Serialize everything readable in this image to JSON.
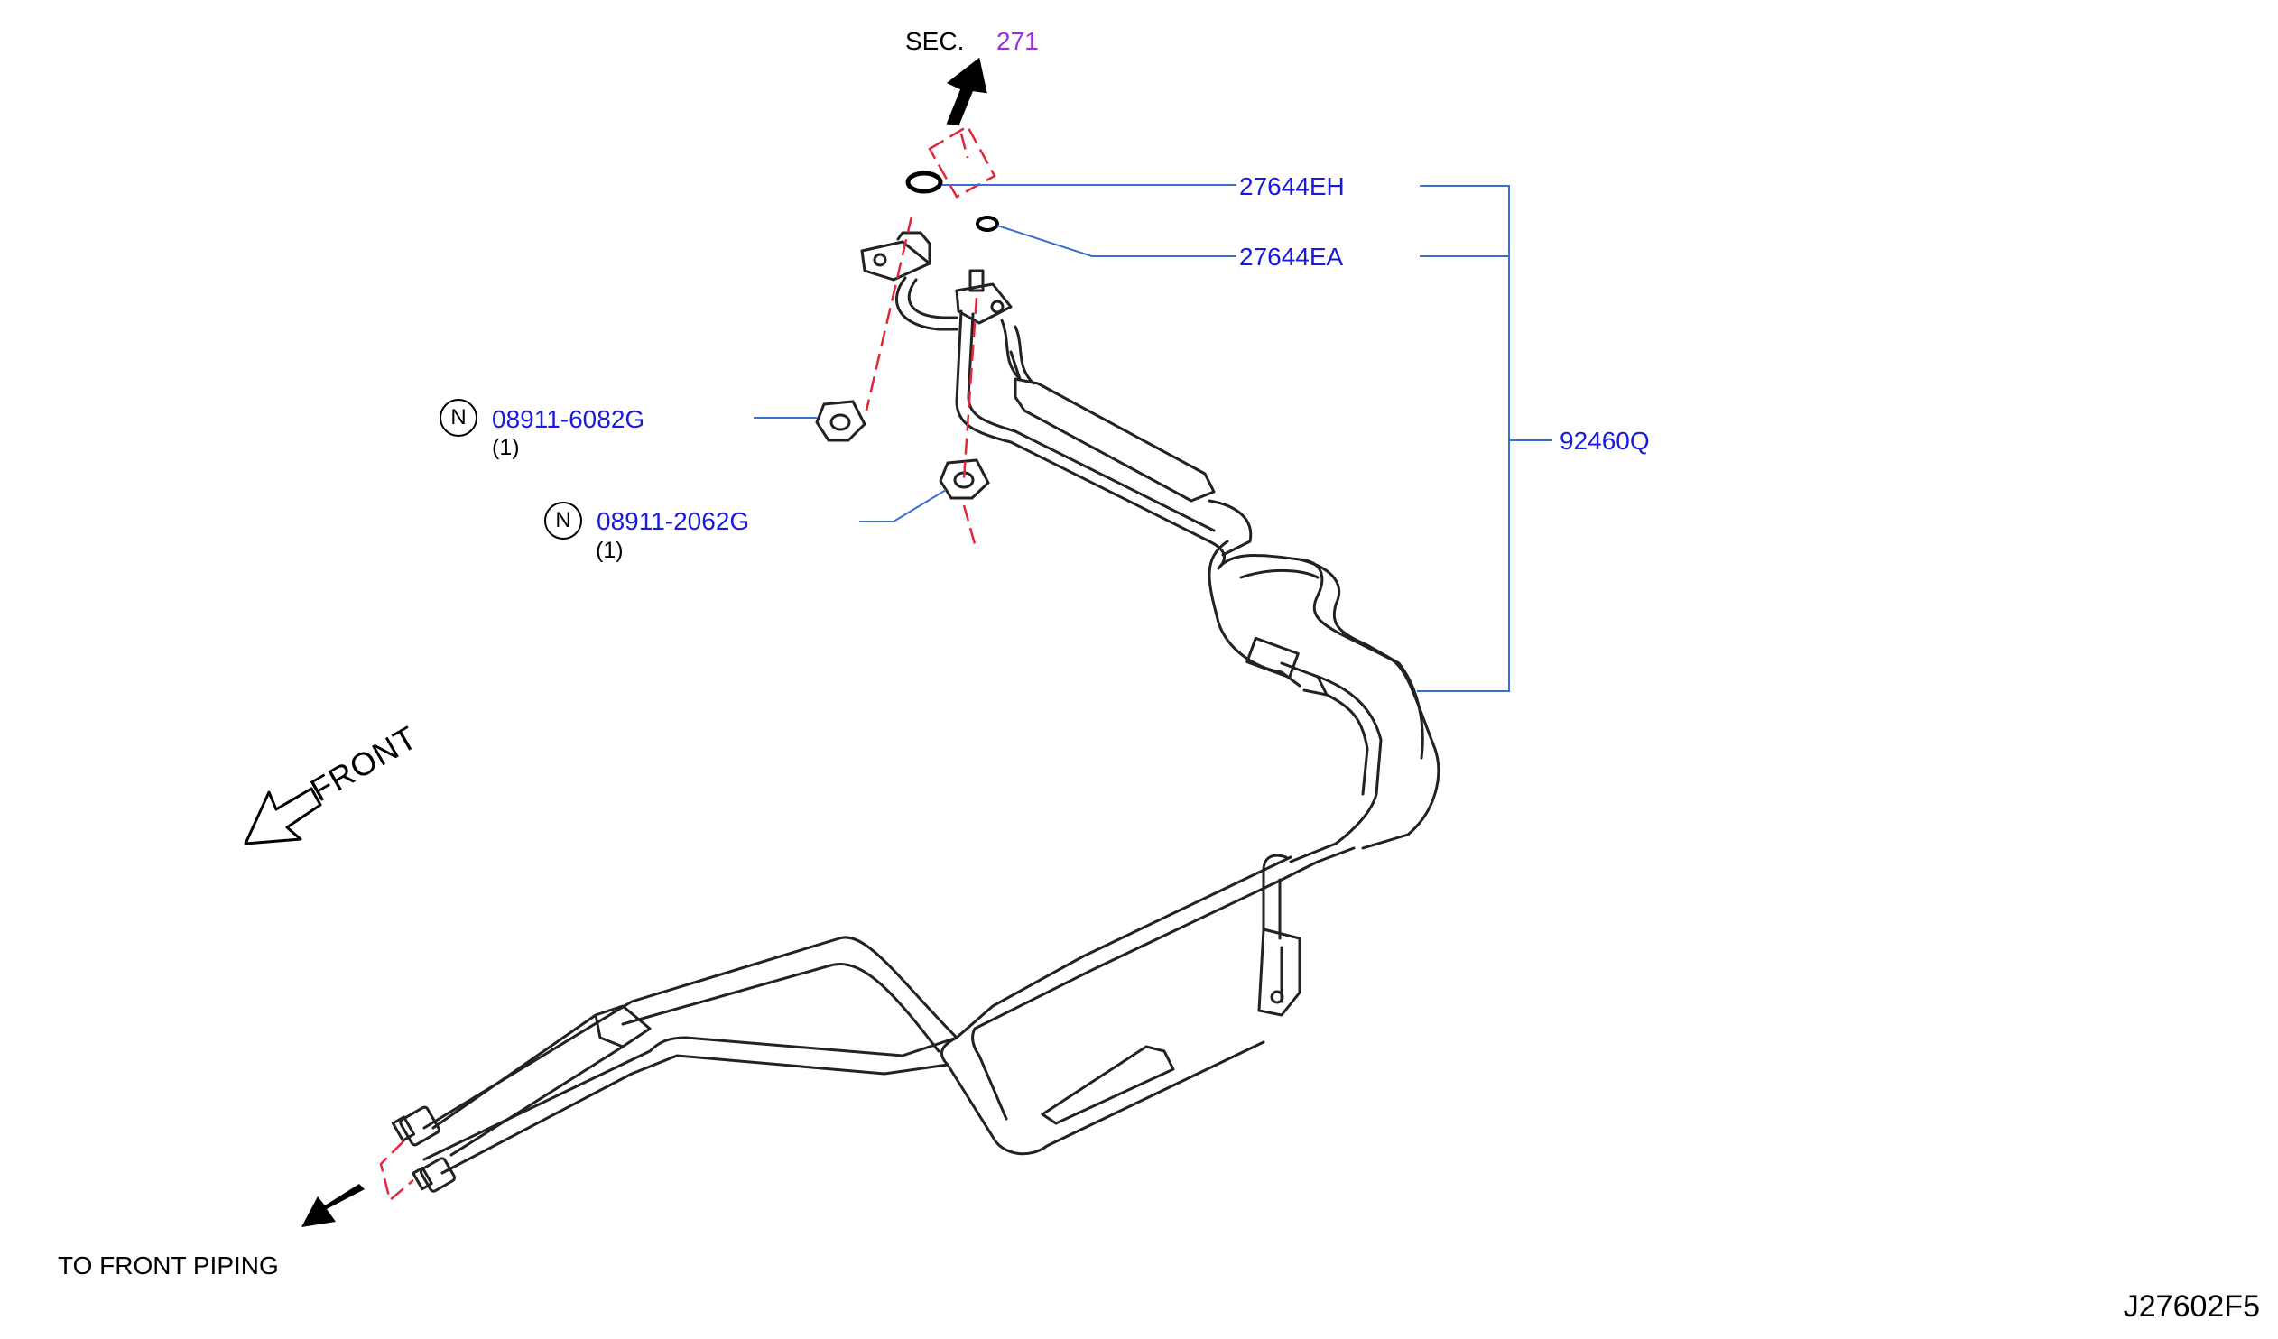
{
  "diagram": {
    "section_ref": {
      "prefix": "SEC.",
      "number": "271"
    },
    "parts": [
      {
        "number": "27644EH"
      },
      {
        "number": "27644EA"
      },
      {
        "number": "92460Q"
      },
      {
        "number": "08911-6082G",
        "qty": "(1)",
        "symbol": "N"
      },
      {
        "number": "08911-2062G",
        "qty": "(1)",
        "symbol": "N"
      }
    ],
    "front_label": "FRONT",
    "to_front_piping": "TO  FRONT  PIPING",
    "diagram_code": "J27602F5"
  },
  "colors": {
    "callout_text": "#1a1adb",
    "leader_line": "#3a6fd0",
    "section_number": "#9b30e0",
    "dashed_guide": "#e0283a",
    "drawing": "#222222"
  }
}
